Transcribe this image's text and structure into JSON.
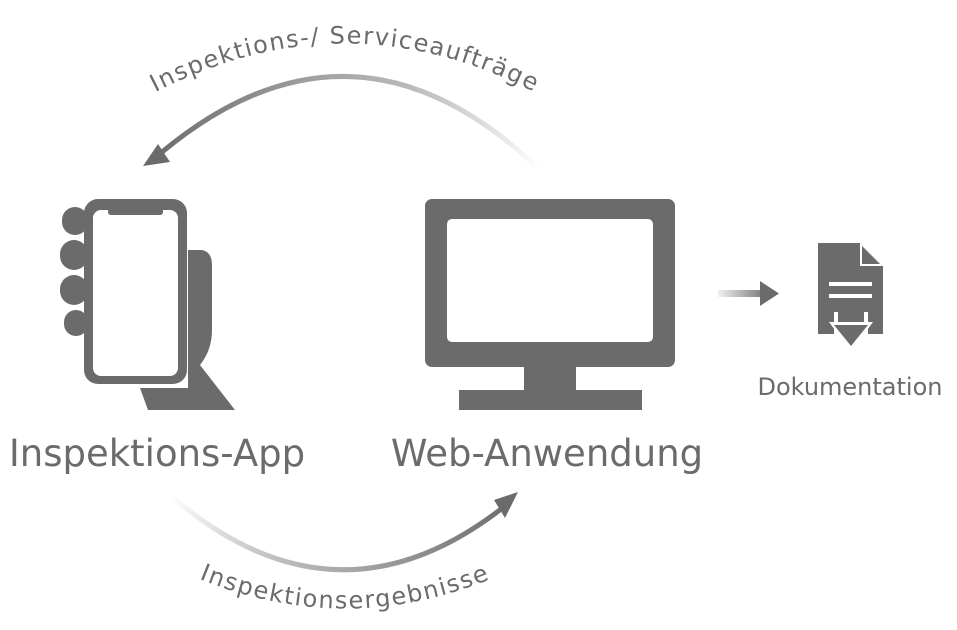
{
  "diagram": {
    "nodes": {
      "app": {
        "label": "Inspektions-App",
        "icon": "smartphone-in-hand-icon"
      },
      "web": {
        "label": "Web-Anwendung",
        "icon": "desktop-monitor-icon"
      },
      "doc": {
        "label": "Dokumentation",
        "icon": "document-download-icon"
      }
    },
    "edges": {
      "orders": {
        "label": "Inspektions-/ Serviceaufträge",
        "from": "web",
        "to": "app"
      },
      "results": {
        "label": "Inspektionsergebnisse",
        "from": "app",
        "to": "web"
      },
      "export": {
        "from": "web",
        "to": "doc"
      }
    }
  },
  "colors": {
    "icon": "#6b6b6b",
    "text": "#6b6b6b",
    "background": "#ffffff"
  }
}
